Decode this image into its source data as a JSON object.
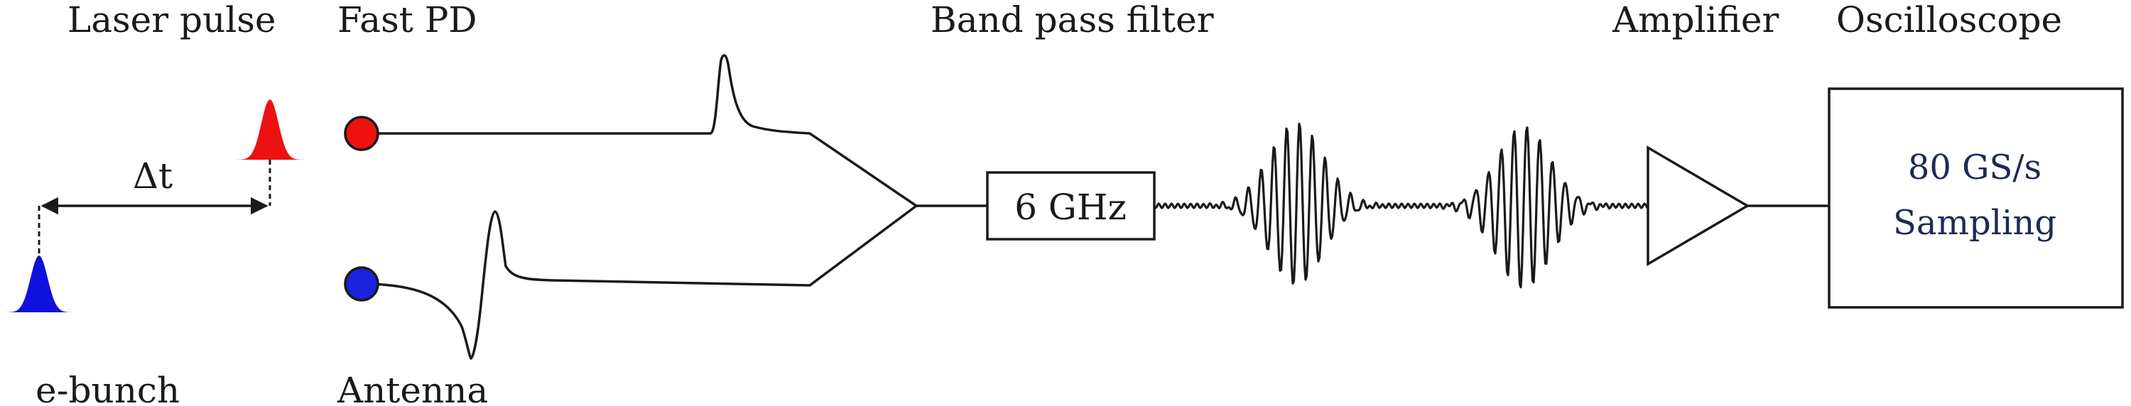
{
  "labels": {
    "laser_pulse": "Laser pulse",
    "e_bunch": "e-bunch",
    "delta_t": "Δt",
    "fast_pd": "Fast PD",
    "antenna": "Antenna",
    "band_pass_filter": "Band pass filter",
    "amplifier": "Amplifier",
    "oscilloscope": "Oscilloscope"
  },
  "filter": {
    "text": "6 GHz"
  },
  "scope": {
    "line1": "80 GS/s",
    "line2": "Sampling"
  },
  "colors": {
    "laser": "#ee1111",
    "ebunch": "#1111dd",
    "pd_dot": "#ee1111",
    "antenna_dot": "#1a22dd",
    "line": "#1a1a1a",
    "scope_text": "#1e2a55"
  }
}
